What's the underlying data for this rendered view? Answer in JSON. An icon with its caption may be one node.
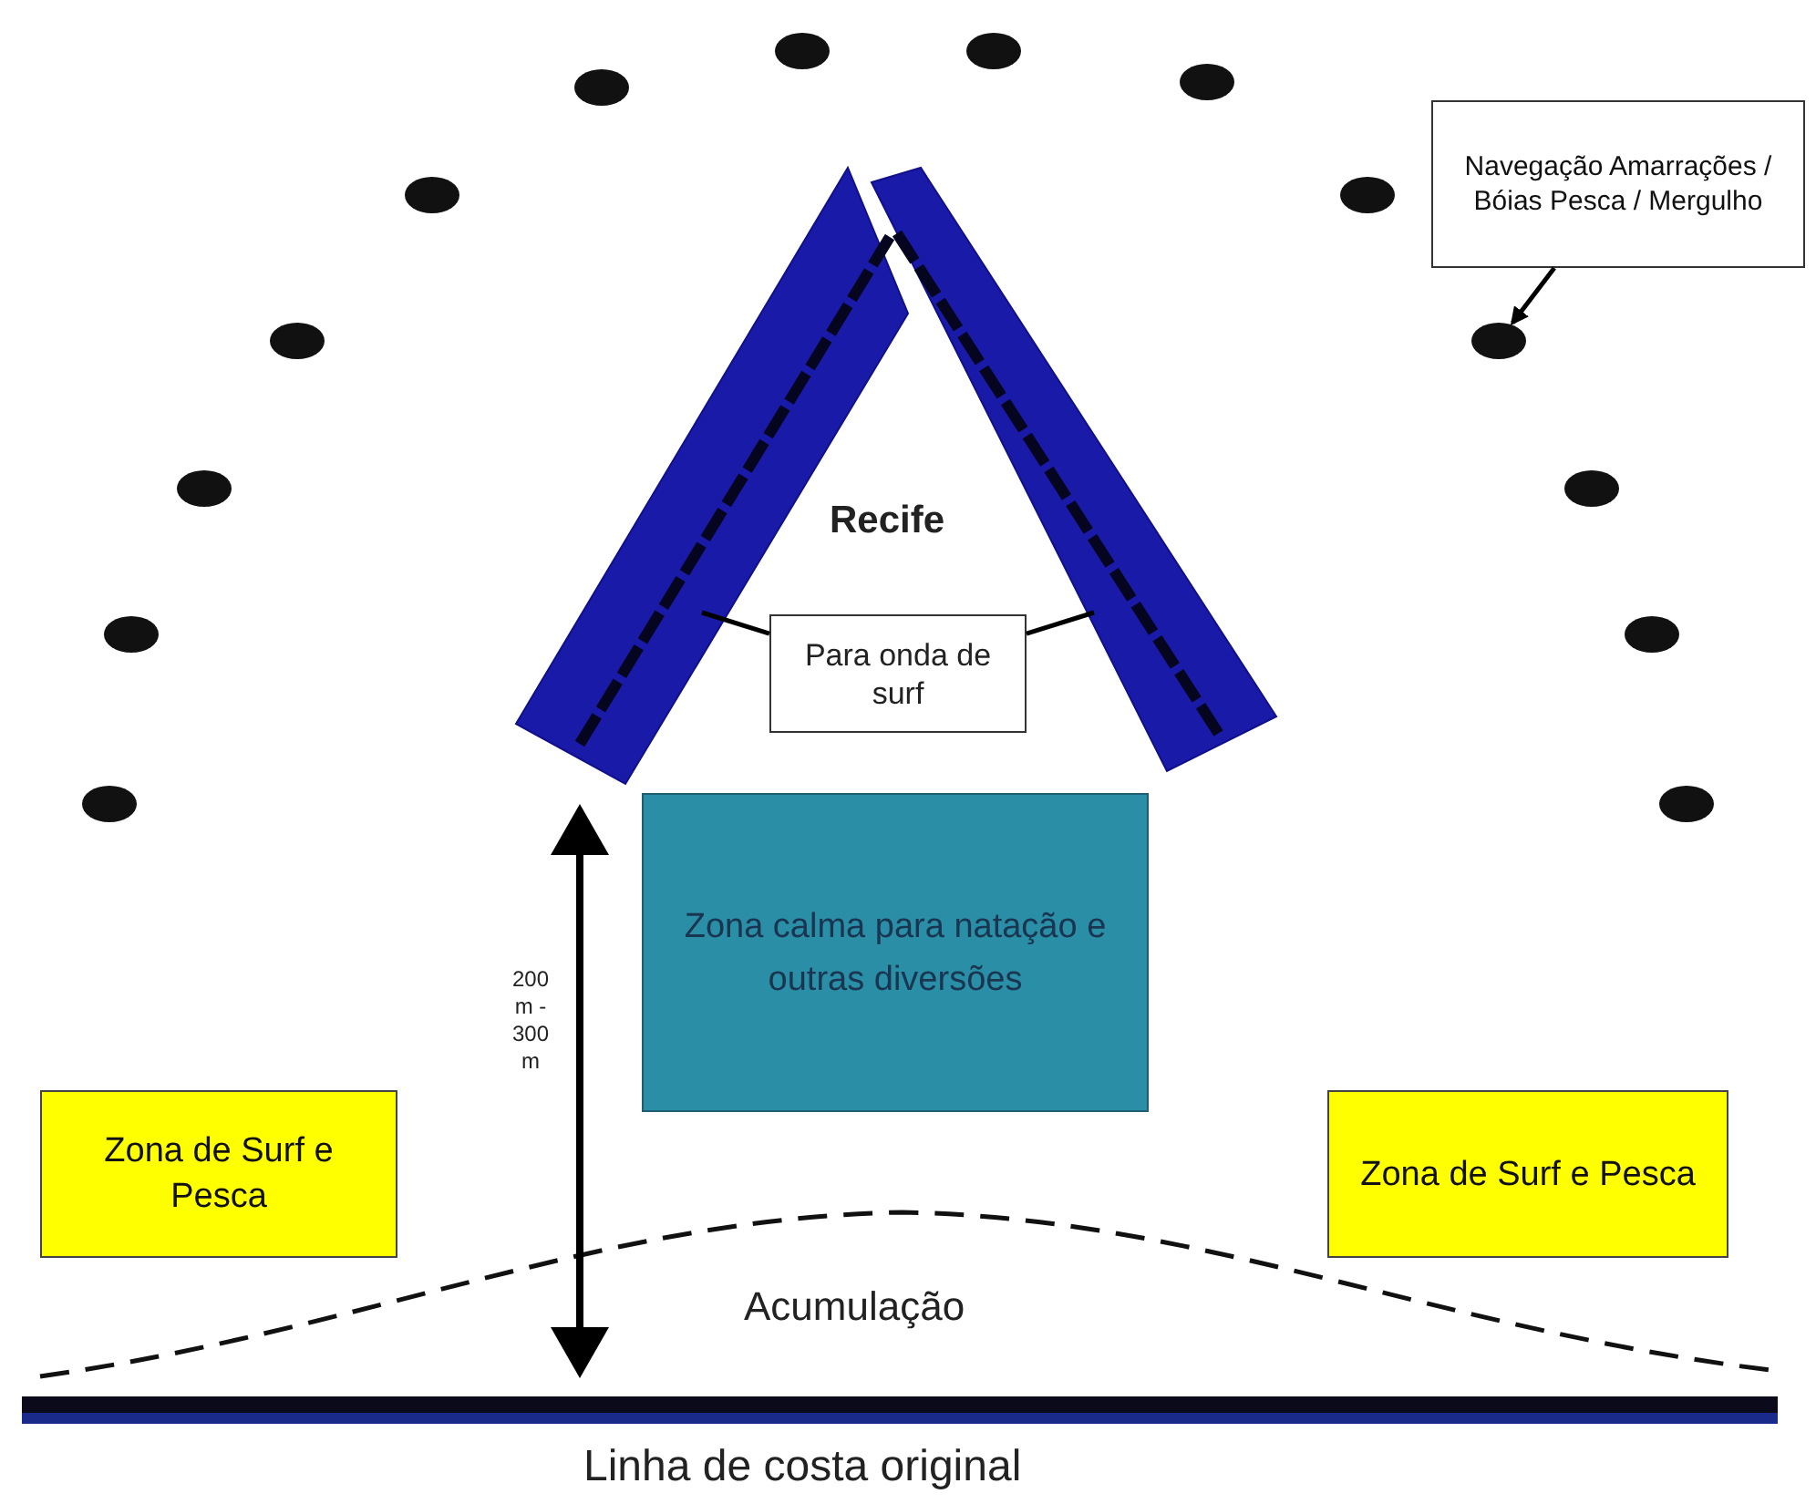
{
  "diagram": {
    "nodes": [
      {
        "text": [],
        "shape": "circle"
      },
      {
        "text": [],
        "shape": "circle"
      },
      {
        "text": [],
        "shape": "circle"
      },
      {
        "text": [],
        "shape": "circle"
      },
      {
        "text": [],
        "shape": "circle"
      },
      {
        "text": [],
        "shape": "circle"
      },
      {
        "text": [],
        "shape": "circle"
      },
      {
        "text": [],
        "shape": "circle"
      },
      {
        "text": [],
        "shape": "circle"
      },
      {
        "text": [],
        "shape": "circle"
      },
      {
        "text": [],
        "shape": "circle"
      },
      {
        "text": [],
        "shape": "circle"
      },
      {
        "text": [],
        "shape": "circle"
      },
      {
        "text": [],
        "shape": "circle"
      },
      {
        "text": [
          "Navegação Amarrações / Bóias Pesca / Mergulho"
        ]
      },
      {
        "text": [],
        "shape": "bar"
      },
      {
        "text": [],
        "shape": "bar"
      },
      {
        "text": [
          "Para onda de surf"
        ]
      },
      {
        "text": [
          "Zona calma para natação e outras diversões"
        ]
      },
      {
        "text": [
          "Zona de Surf e Pesca"
        ]
      },
      {
        "text": [
          "Zona de Surf e Pesca"
        ]
      }
    ],
    "edges": [
      {
        "from": 14,
        "to": 10,
        "arrow": "to"
      },
      {
        "from": 17,
        "to": 15,
        "arrow": "none"
      },
      {
        "from": 17,
        "to": 16,
        "arrow": "none"
      }
    ],
    "labels": [
      "Recife",
      "200 m - 300 m",
      "Acumulação",
      "Linha de costa original"
    ]
  }
}
